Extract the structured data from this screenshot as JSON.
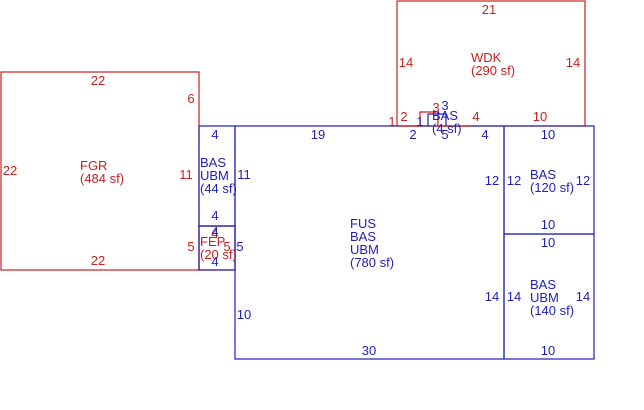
{
  "colors": {
    "red": "#cc1f1f",
    "blue": "#1f1fb8",
    "background": "#ffffff"
  },
  "areas": [
    {
      "id": "wdk",
      "color": "red",
      "lines": [
        "WDK",
        "(290 sf)"
      ]
    },
    {
      "id": "fgr",
      "color": "red",
      "lines": [
        "FGR",
        "(484 sf)"
      ]
    },
    {
      "id": "bas-ubm-small",
      "color": "blue",
      "lines": [
        "BAS",
        "UBM",
        "(44 sf)"
      ]
    },
    {
      "id": "fep",
      "color": "red",
      "lines": [
        "FEP",
        "(20 sf)"
      ]
    },
    {
      "id": "fus-bas-ubm",
      "color": "blue",
      "lines": [
        "FUS",
        "BAS",
        "UBM",
        "(780 sf)"
      ]
    },
    {
      "id": "bas-120",
      "color": "blue",
      "lines": [
        "BAS",
        "(120 sf)"
      ]
    },
    {
      "id": "bas-ubm-140",
      "color": "blue",
      "lines": [
        "BAS",
        "UBM",
        "(140 sf)"
      ]
    },
    {
      "id": "bas-tiny",
      "color": "blue",
      "lines": [
        "BAS",
        "(4 sf)"
      ]
    }
  ],
  "dimensions": [
    {
      "id": "wdk-top",
      "color": "red",
      "text": "21"
    },
    {
      "id": "wdk-left",
      "color": "red",
      "text": "14"
    },
    {
      "id": "wdk-right",
      "color": "red",
      "text": "14"
    },
    {
      "id": "wdk-bottom-4",
      "color": "red",
      "text": "4"
    },
    {
      "id": "wdk-bottom-10",
      "color": "red",
      "text": "10"
    },
    {
      "id": "wdk-step-3",
      "color": "red",
      "text": "3"
    },
    {
      "id": "wdk-step-2",
      "color": "red",
      "text": "2"
    },
    {
      "id": "wdk-step-1",
      "color": "red",
      "text": "1"
    },
    {
      "id": "fgr-top",
      "color": "red",
      "text": "22"
    },
    {
      "id": "fgr-left",
      "color": "red",
      "text": "22"
    },
    {
      "id": "fgr-bottom",
      "color": "red",
      "text": "22"
    },
    {
      "id": "fgr-right-6",
      "color": "red",
      "text": "6"
    },
    {
      "id": "fgr-right-11",
      "color": "red",
      "text": "11"
    },
    {
      "id": "fgr-right-5",
      "color": "red",
      "text": "5"
    },
    {
      "id": "fep-4",
      "color": "red",
      "text": "4"
    },
    {
      "id": "fep-5",
      "color": "red",
      "text": "5"
    },
    {
      "id": "bas-small-top",
      "color": "blue",
      "text": "4"
    },
    {
      "id": "bas-small-right",
      "color": "blue",
      "text": "11"
    },
    {
      "id": "bas-small-bottom",
      "color": "blue",
      "text": "4"
    },
    {
      "id": "fep-top-blue",
      "color": "blue",
      "text": "4"
    },
    {
      "id": "fep-bottom-blue",
      "color": "blue",
      "text": "4"
    },
    {
      "id": "fep-right-blue",
      "color": "blue",
      "text": "5"
    },
    {
      "id": "main-top",
      "color": "blue",
      "text": "19"
    },
    {
      "id": "main-top-2",
      "color": "blue",
      "text": "2"
    },
    {
      "id": "main-top-5",
      "color": "blue",
      "text": "5"
    },
    {
      "id": "main-top-4",
      "color": "blue",
      "text": "4"
    },
    {
      "id": "main-right-12",
      "color": "blue",
      "text": "12"
    },
    {
      "id": "main-right-14",
      "color": "blue",
      "text": "14"
    },
    {
      "id": "main-left",
      "color": "blue",
      "text": "10"
    },
    {
      "id": "main-bottom",
      "color": "blue",
      "text": "30"
    },
    {
      "id": "tiny-3",
      "color": "blue",
      "text": "3"
    },
    {
      "id": "tiny-1",
      "color": "blue",
      "text": "1"
    },
    {
      "id": "b120-top",
      "color": "blue",
      "text": "10"
    },
    {
      "id": "b120-left",
      "color": "blue",
      "text": "12"
    },
    {
      "id": "b120-right",
      "color": "blue",
      "text": "12"
    },
    {
      "id": "b120-bottom",
      "color": "blue",
      "text": "10"
    },
    {
      "id": "b140-top",
      "color": "blue",
      "text": "10"
    },
    {
      "id": "b140-left",
      "color": "blue",
      "text": "14"
    },
    {
      "id": "b140-right",
      "color": "blue",
      "text": "14"
    },
    {
      "id": "b140-bottom",
      "color": "blue",
      "text": "10"
    }
  ]
}
